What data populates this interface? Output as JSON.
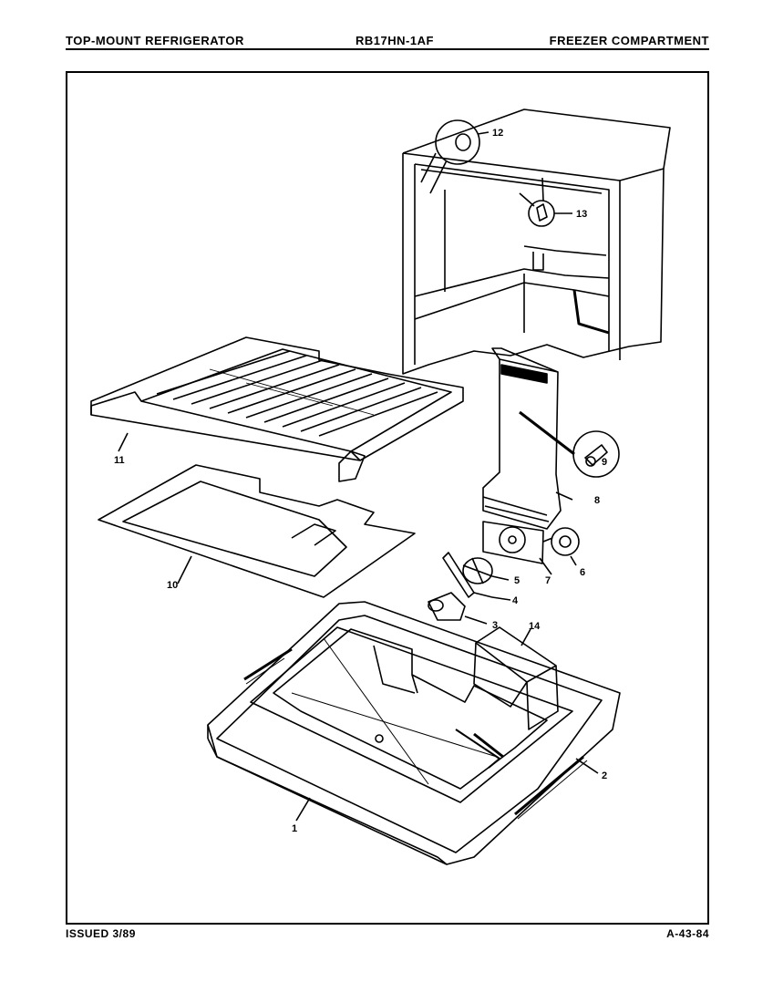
{
  "header": {
    "left": "TOP-MOUNT REFRIGERATOR",
    "center": "RB17HN-1AF",
    "right": "FREEZER COMPARTMENT"
  },
  "footer": {
    "left": "ISSUED 3/89",
    "right": "A-43-84"
  },
  "callouts": {
    "c1": "1",
    "c2": "2",
    "c3": "3",
    "c4": "4",
    "c5": "5",
    "c6": "6",
    "c7": "7",
    "c8": "8",
    "c9": "9",
    "c10": "10",
    "c11": "11",
    "c12": "12",
    "c13": "13",
    "c14": "14"
  }
}
